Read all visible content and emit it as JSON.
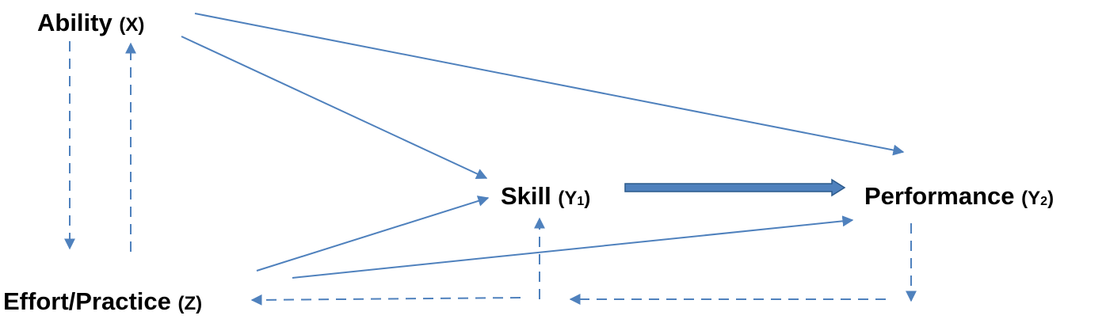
{
  "nodes": {
    "ability": {
      "name": "Ability",
      "var": "(X)"
    },
    "skill": {
      "name": "Skill",
      "var_open": "(Y",
      "sub": "1",
      "var_close": ")"
    },
    "performance": {
      "name": "Performance",
      "var_open": "(Y",
      "sub": "2",
      "var_close": ")"
    },
    "effort": {
      "name": "Effort/Practice",
      "var": "(Z)"
    }
  },
  "colors": {
    "arrow": "#4f81bd",
    "thick_arrow_fill": "#4f81bd",
    "thick_arrow_stroke": "#2c5a8c",
    "text": "#000000"
  }
}
